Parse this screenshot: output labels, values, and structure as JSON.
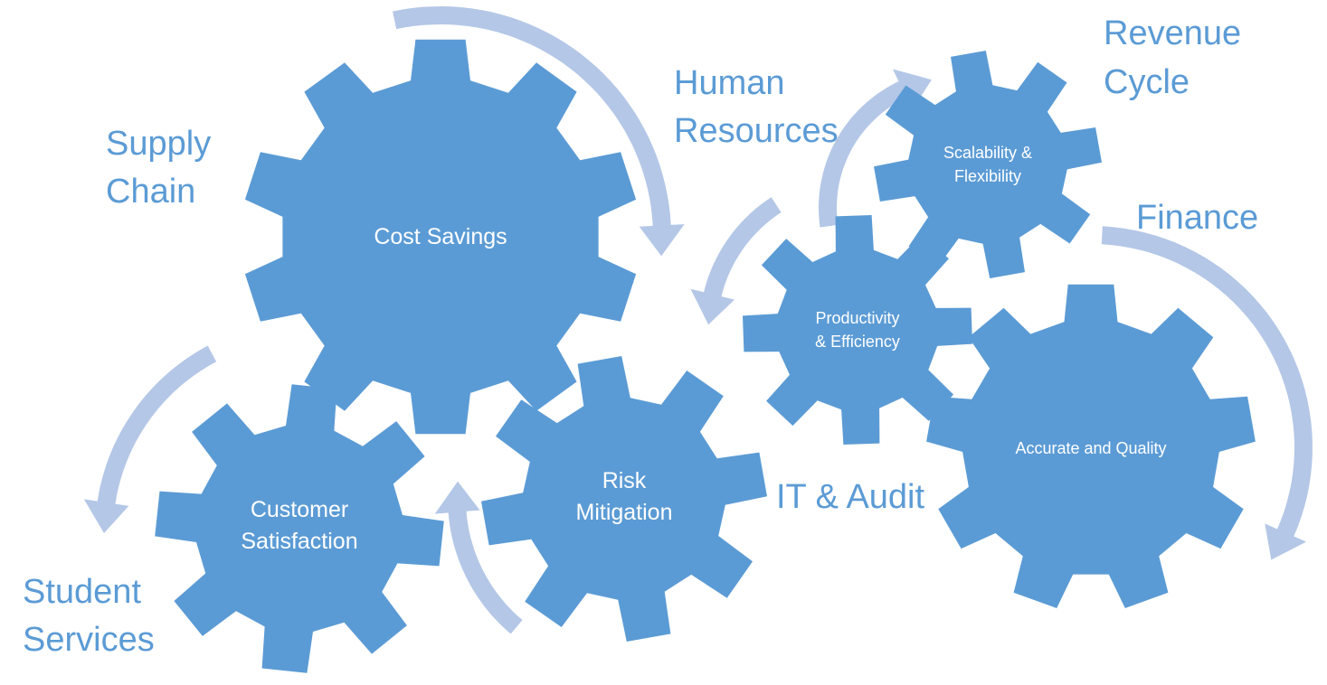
{
  "colors": {
    "gear_fill": "#5b9bd5",
    "arrow_fill": "#b4c7e7",
    "label_color": "#5b9bd5",
    "gear_text": "#ffffff"
  },
  "gears": {
    "cost_savings": {
      "line1": "Cost Savings"
    },
    "customer_satisfaction": {
      "line1": "Customer",
      "line2": "Satisfaction"
    },
    "risk_mitigation": {
      "line1": "Risk",
      "line2": "Mitigation"
    },
    "productivity": {
      "line1": "Productivity",
      "line2": "& Efficiency"
    },
    "scalability": {
      "line1": "Scalability &",
      "line2": "Flexibility"
    },
    "accurate_quality": {
      "line1": "Accurate and Quality"
    }
  },
  "labels": {
    "supply_chain": {
      "line1": "Supply",
      "line2": "Chain"
    },
    "human_resources": {
      "line1": "Human",
      "line2": "Resources"
    },
    "revenue_cycle": {
      "line1": "Revenue",
      "line2": "Cycle"
    },
    "finance": {
      "line1": "Finance"
    },
    "it_audit": {
      "line1": "IT & Audit"
    },
    "student_services": {
      "line1": "Student",
      "line2": "Services"
    }
  }
}
